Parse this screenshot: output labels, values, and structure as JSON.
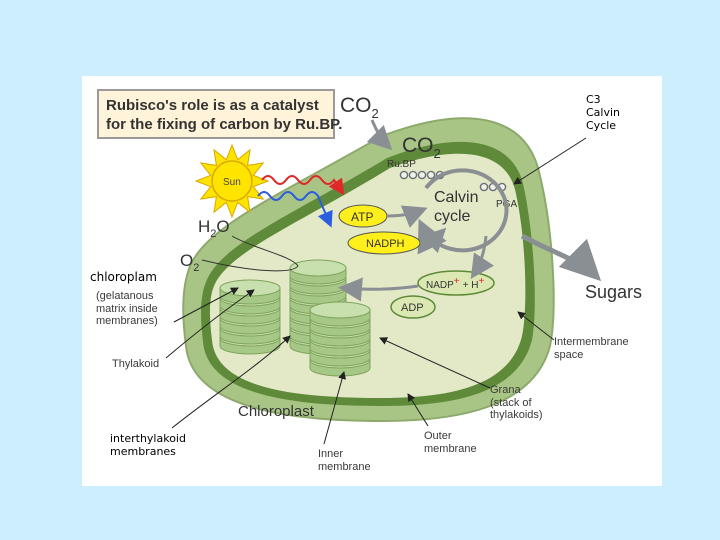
{
  "title_box": {
    "line1": "Rubisco's role is as a catalyst",
    "line2": "for the fixing of carbon by Ru.BP."
  },
  "labels": {
    "co2_outer_main": "CO",
    "co2_outer_sub": "2",
    "co2_inner_main": "CO",
    "co2_inner_sub": "2",
    "c3": "C3\nCalvin\nCycle",
    "rubp": "Ru.BP",
    "calvin": "Calvin\ncycle",
    "pga": "PGA",
    "sun": "Sun",
    "h2o_h": "H",
    "h2o_sub": "2",
    "h2o_o": "O",
    "o2_main": "O",
    "o2_sub": "2",
    "atp": "ATP",
    "nadph": "NADPH",
    "nadp": "NADP",
    "nadp_rest": "+ H",
    "plus": "+",
    "adp": "ADP",
    "sugars": "Sugars",
    "chloroplam": "chloroplam",
    "gelatanous": "(gelatanous\nmatrix inside\nmembranes)",
    "thylakoid": "Thylakoid",
    "chloroplast": "Chloroplast",
    "intermembrane": "Intermembrane\nspace",
    "grana": "Grana\n(stack of\nthylakoids)",
    "interthylakoid": "interthylakoid\nmembranes",
    "inner_membrane": "Inner\nmembrane",
    "outer_membrane": "Outer\nmembrane"
  },
  "colors": {
    "background": "#cdeefc",
    "outer_membrane": "#a9c586",
    "inner_band": "#5e8a3a",
    "stroma": "#e3e9c7",
    "thylakoid": "#b8d69a",
    "yellow_pill": "#ffef1a",
    "sun": "#ffe400"
  }
}
